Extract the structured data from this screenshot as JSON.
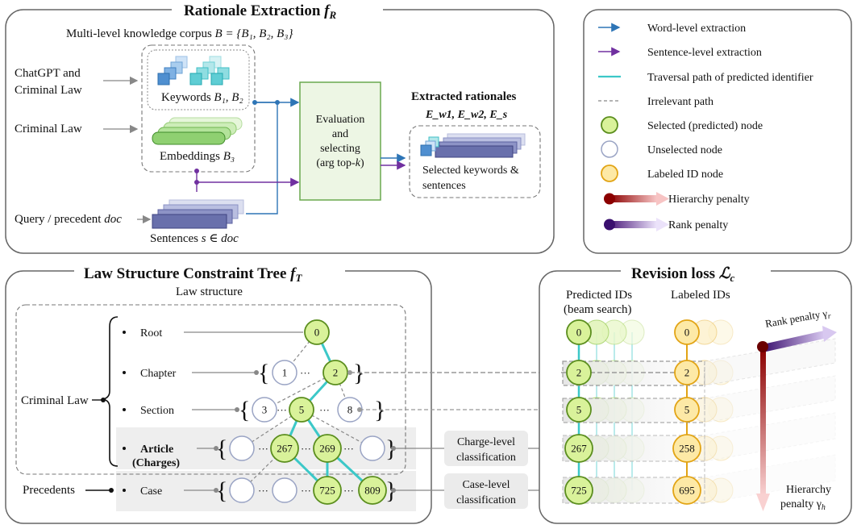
{
  "panels": {
    "rationale": {
      "title": "Rationale Extraction",
      "title_symbol": "f",
      "title_sub": "R",
      "corpus_label": "Multi-level knowledge corpus",
      "corpus_formula": "B = {B₁, B₂, B₃}",
      "source_chatgpt_1": "ChatGPT and",
      "source_chatgpt_2": "Criminal Law",
      "source_law": "Criminal Law",
      "keywords_label": "Keywords",
      "keywords_math": "B₁, B₂",
      "embeddings_label": "Embeddings",
      "embeddings_math": "B₃",
      "query_label": "Query / precedent",
      "query_math": "doc",
      "sentences_label": "Sentences",
      "sentences_math": "s ∈ doc",
      "eval_1": "Evaluation",
      "eval_2": "and",
      "eval_3": "selecting",
      "eval_4": "(arg top-",
      "eval_4_k": "k",
      "eval_4_end": ")",
      "extracted_title": "Extracted rationales",
      "extracted_math": "E_w1, E_w2, E_s",
      "selected_1": "Selected keywords &",
      "selected_2": "sentences"
    },
    "legend": {
      "items": [
        {
          "label": "Word-level extraction",
          "color": "#2e75b6"
        },
        {
          "label": "Sentence-level extraction",
          "color": "#7030a0"
        },
        {
          "label": "Traversal path of predicted identifier",
          "color": "#3cc8c8"
        },
        {
          "label": "Irrelevant path",
          "color": "#888888"
        },
        {
          "label": "Selected (predicted) node",
          "color": "#d9f29a"
        },
        {
          "label": "Unselected node",
          "color": "#ffffff"
        },
        {
          "label": "Labeled ID node",
          "color": "#fde9a6"
        },
        {
          "label": "Hierarchy penalty",
          "color": "#8b0000"
        },
        {
          "label": "Rank penalty",
          "color": "#4b1a7a"
        }
      ]
    },
    "tree": {
      "title": "Law Structure Constraint Tree",
      "title_symbol": "f",
      "title_sub": "T",
      "law_structure": "Law structure",
      "criminal_law": "Criminal Law",
      "precedents": "Precedents",
      "levels": [
        "Root",
        "Chapter",
        "Section",
        "Article",
        "(Charges)",
        "Case"
      ],
      "charge_cls_1": "Charge-level",
      "charge_cls_2": "classification",
      "case_cls_1": "Case-level",
      "case_cls_2": "classification",
      "ellipsis": "···",
      "nodes": {
        "root": "0",
        "chapter_a": "1",
        "chapter_b": "2",
        "section_a": "3",
        "section_b": "5",
        "section_c": "8",
        "article_a": "267",
        "article_b": "269",
        "case_a": "725",
        "case_b": "809"
      }
    },
    "revision": {
      "title": "Revision loss",
      "title_math": "ℒ",
      "title_sub": "c",
      "predicted_1": "Predicted IDs",
      "predicted_2": "(beam search)",
      "labeled": "Labeled IDs",
      "predicted_ids": [
        "0",
        "2",
        "5",
        "267",
        "725"
      ],
      "labeled_ids": [
        "0",
        "2",
        "5",
        "258",
        "695"
      ],
      "rank_penalty": "Rank penalty γ",
      "rank_penalty_sub": "r",
      "hier_1": "Hierarchy",
      "hier_2": "penalty γ",
      "hier_sub": "h"
    }
  }
}
